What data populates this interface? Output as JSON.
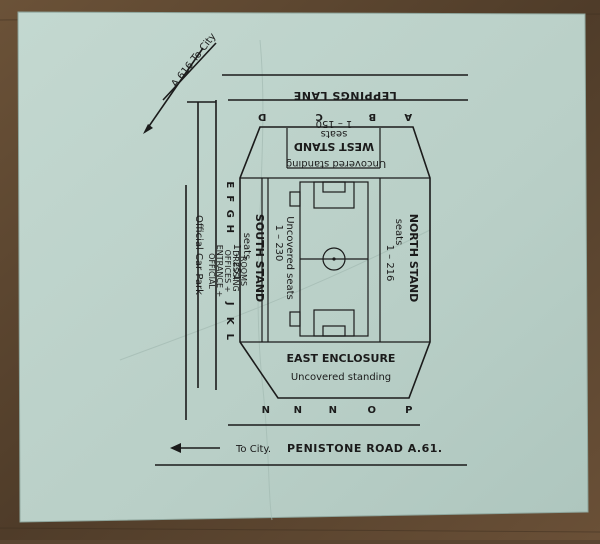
{
  "card": {
    "background_color": "#bcd2ca",
    "ink_color": "#1b1b1b",
    "wood_color": "#5a4632"
  },
  "roads": {
    "leppings_lane": "LEPPINGS LANE",
    "penistone_road": "PENISTONE ROAD   A.61.",
    "a616": "A.616 To City",
    "to_city": "To City."
  },
  "stands": {
    "west_name": "WEST  STAND",
    "west_seats_label": "seats",
    "west_seats": "1 – 150",
    "west_standing": "Uncovered standing",
    "north_name": "NORTH STAND",
    "north_seats_label": "seats",
    "north_seats": "1 – 216",
    "south_name": "SOUTH STAND",
    "south_seats_label": "seats",
    "south_seats": "1 – 251",
    "south_uncovered": "Uncovered seats",
    "south_uncovered_seats": "1 – 230",
    "east_name": "EAST ENCLOSURE",
    "east_standing": "Uncovered standing"
  },
  "labels": {
    "official_entrance": "OFFICIAL",
    "entrance_line": "ENTRANCE +",
    "offices": "OFFICES +",
    "dressing": "DRESSING",
    "rooms": "ROOMS",
    "car_park": "Official   Car   Park"
  },
  "gates": {
    "west": [
      "D",
      "C",
      "B",
      "A"
    ],
    "south": [
      "E",
      "F",
      "G",
      "H",
      "J",
      "K",
      "L"
    ],
    "east": [
      "N",
      "N",
      "N",
      "O",
      "P"
    ]
  }
}
